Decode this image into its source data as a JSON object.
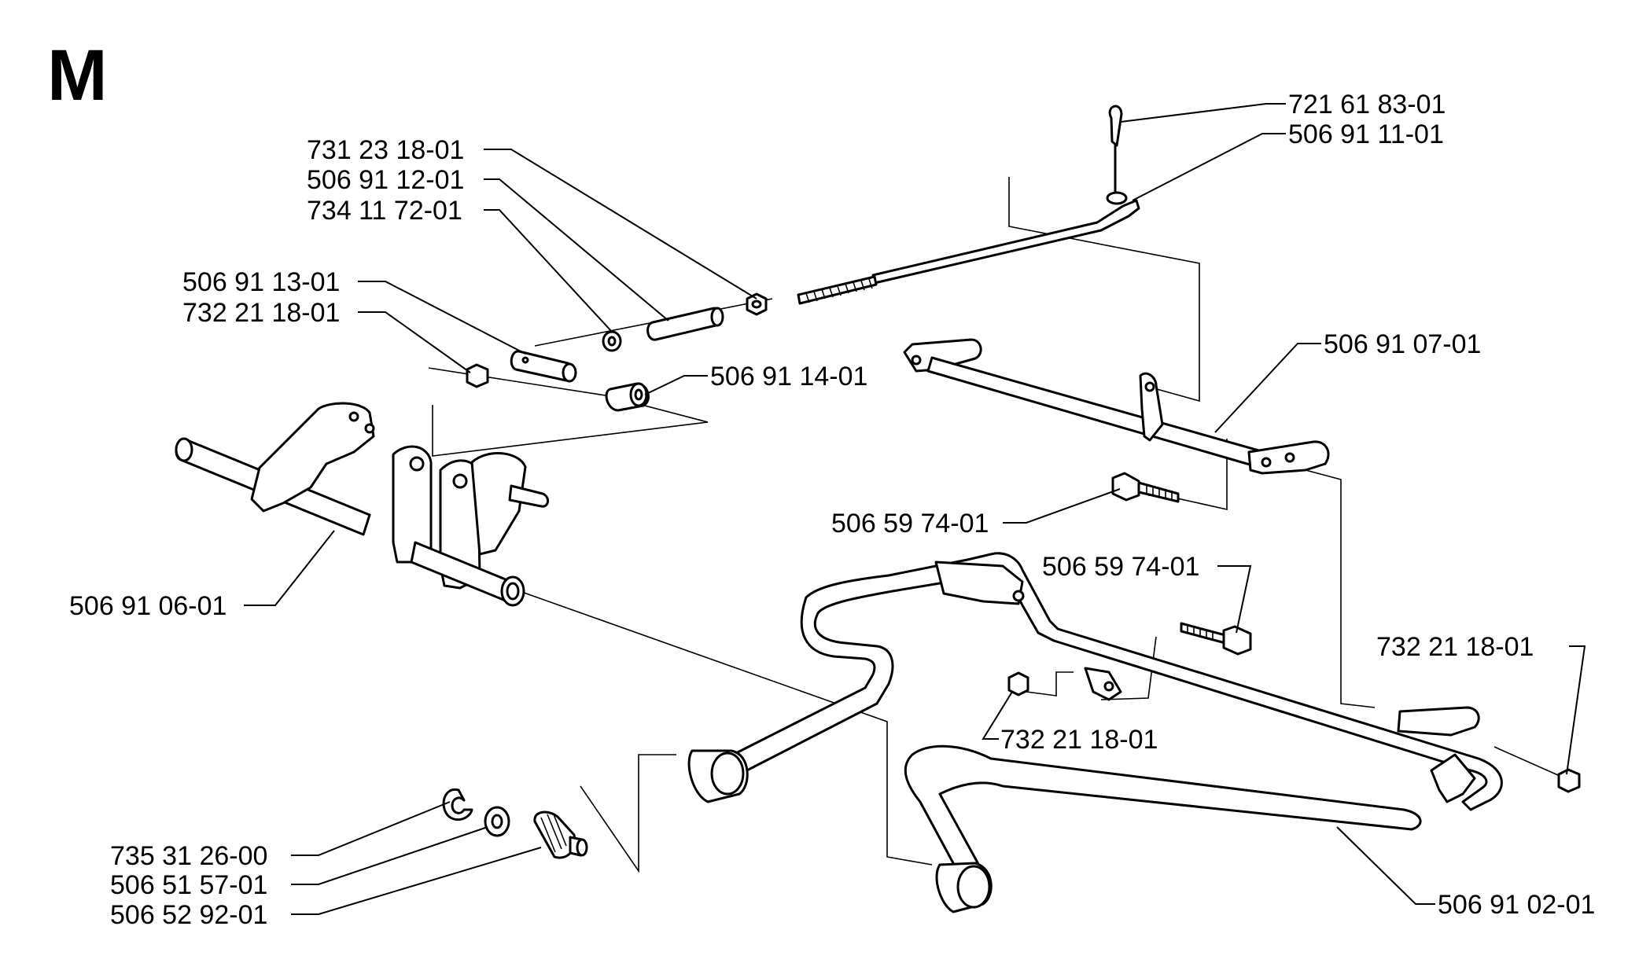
{
  "section_letter": "M",
  "part_labels": {
    "p_721_61_83_01": "721 61 83-01",
    "p_506_91_11_01": "506 91 11-01",
    "p_731_23_18_01": "731 23 18-01",
    "p_506_91_12_01": "506 91 12-01",
    "p_734_11_72_01": "734 11 72-01",
    "p_506_91_13_01": "506 91 13-01",
    "p_732_21_18_01_a": "732 21 18-01",
    "p_506_91_14_01": "506 91 14-01",
    "p_506_91_07_01": "506 91 07-01",
    "p_506_59_74_01_a": "506 59 74-01",
    "p_506_59_74_01_b": "506 59 74-01",
    "p_506_91_06_01": "506 91 06-01",
    "p_732_21_18_01_b": "732 21 18-01",
    "p_732_21_18_01_c": "732 21 18-01",
    "p_735_31_26_00": "735 31 26-00",
    "p_506_51_57_01": "506 51 57-01",
    "p_506_52_92_01": "506 52 92-01",
    "p_506_91_02_01": "506 91 02-01"
  }
}
